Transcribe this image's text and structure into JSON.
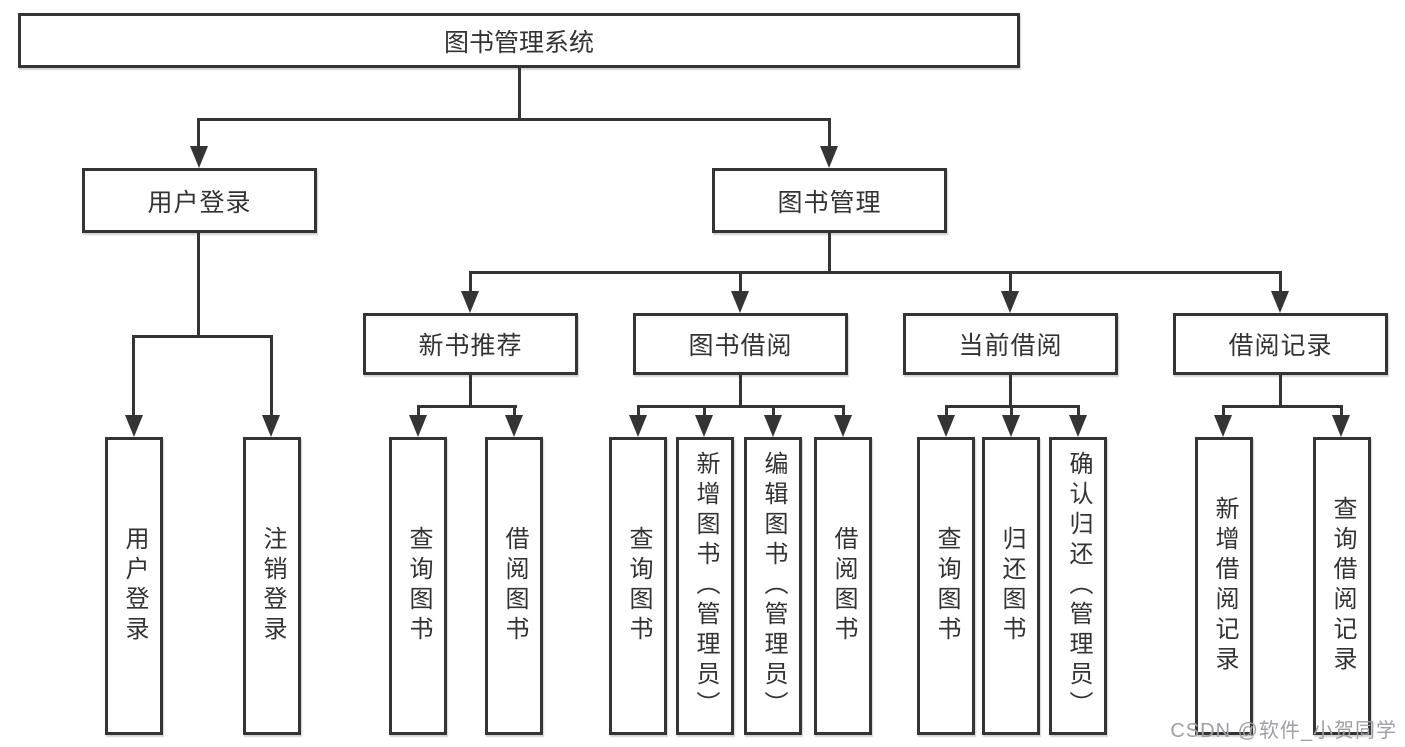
{
  "tree": {
    "root": {
      "label": "图书管理系统"
    },
    "branches": [
      {
        "label": "用户登录",
        "children": [
          {
            "label": "用户登录"
          },
          {
            "label": "注销登录"
          }
        ]
      },
      {
        "label": "图书管理",
        "groups": [
          {
            "label": "新书推荐",
            "children": [
              {
                "label": "查询图书"
              },
              {
                "label": "借阅图书"
              }
            ]
          },
          {
            "label": "图书借阅",
            "children": [
              {
                "label": "查询图书"
              },
              {
                "label": "新增图书（管理员）"
              },
              {
                "label": "编辑图书（管理员）"
              },
              {
                "label": "借阅图书"
              }
            ]
          },
          {
            "label": "当前借阅",
            "children": [
              {
                "label": "查询图书"
              },
              {
                "label": "归还图书"
              },
              {
                "label": "确认归还（管理员）"
              }
            ]
          },
          {
            "label": "借阅记录",
            "children": [
              {
                "label": "新增借阅记录"
              },
              {
                "label": "查询借阅记录"
              }
            ]
          }
        ]
      }
    ]
  },
  "watermark": {
    "text": "CSDN @软件_小贺同学",
    "color": "#9fa0a4"
  },
  "colors": {
    "line": "#343434",
    "box_border": "#343434",
    "text": "#333333",
    "background": "#ffffff"
  }
}
